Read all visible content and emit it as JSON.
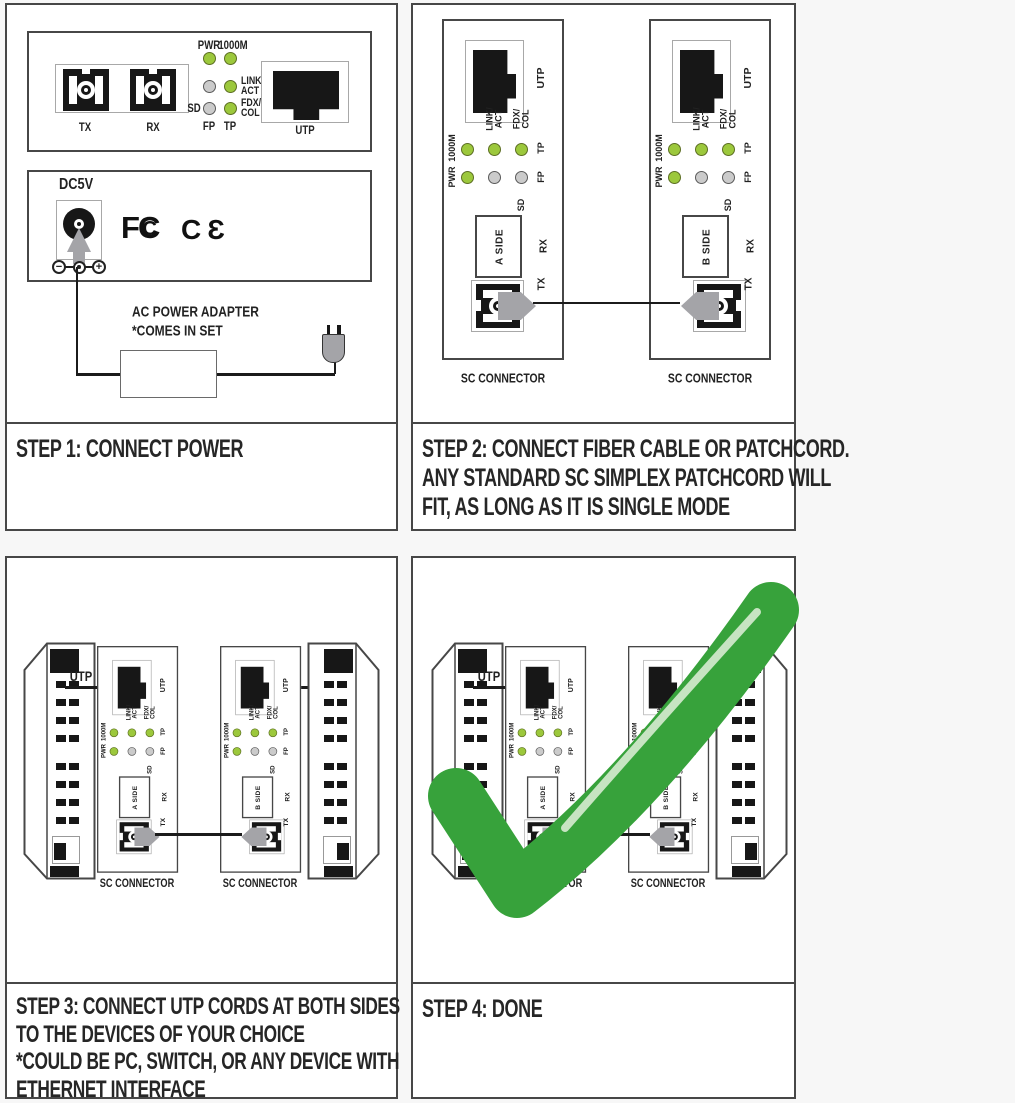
{
  "colors": {
    "led_on": "#9CC83C",
    "led_off": "#CBCBCB",
    "check_green": "#37A23B",
    "check_highlight": "#C7E4C2",
    "wire": "#1B1B1B",
    "plug_gray": "#A4A4A8"
  },
  "converter": {
    "pwr": "PWR",
    "speed": "1000M",
    "link_act": "LINK/\nACT",
    "fdx_col": "FDX/\nCOL",
    "sd": "SD",
    "fp": "FP",
    "tp": "TP",
    "utp": "UTP",
    "tx": "TX",
    "rx": "RX",
    "a_side": "A SIDE",
    "b_side": "B SIDE",
    "sc_connector": "SC CONNECTOR"
  },
  "step1": {
    "caption": "STEP 1: CONNECT POWER",
    "dc_label": "DC5V",
    "fcc_f": "F",
    "fcc_c1": "C",
    "fcc_c2": "C",
    "ce_mark": "CƐ",
    "minus": "−",
    "plus": "+",
    "adapter_note": "AC POWER ADAPTER\n*COMES IN SET"
  },
  "step2": {
    "caption": "STEP 2: CONNECT FIBER CABLE OR PATCHCORD.\nANY STANDARD SC SIMPLEX PATCHCORD WILL\nFIT, AS LONG AS IT IS SINGLE MODE"
  },
  "step3": {
    "caption": "STEP 3: CONNECT UTP CORDS AT BOTH SIDES\nTO THE DEVICES OF YOUR CHOICE\n*COULD BE PC, SWITCH, OR ANY DEVICE WITH\nETHERNET INTERFACE",
    "utp_cable_label": "UTP"
  },
  "step4": {
    "caption": "STEP 4: DONE",
    "utp_cable_label": "UTP"
  }
}
